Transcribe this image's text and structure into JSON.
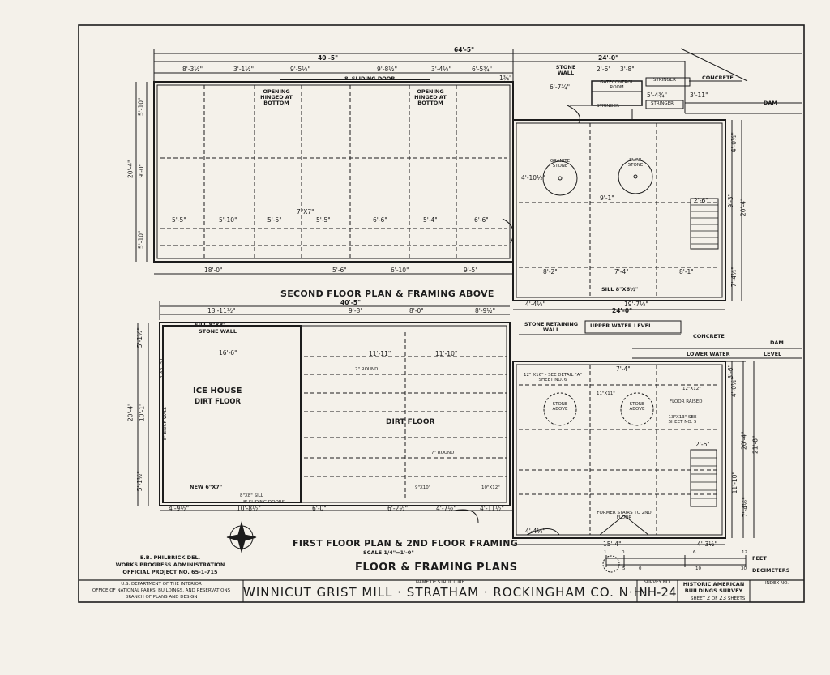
{
  "second_floor": {
    "title": "SECOND FLOOR PLAN & FRAMING ABOVE",
    "dims_top": [
      "64'-5\"",
      "40'-5\"",
      "24'-0\"",
      "8'-3½\"",
      "3'-1½\"",
      "9'-5½\"",
      "9'-8½\"",
      "3'-4½\"",
      "6'-5¾\"",
      "1¾\"",
      "2'-6\"",
      "3'-8\"",
      "6'-7¾\"",
      "5'-4¾\"",
      "3'-11\""
    ],
    "dims_bottom": [
      "18'-0\"",
      "5'-6\"",
      "6'-10\"",
      "9'-5\"",
      "24'-0\""
    ],
    "dims_left": [
      "20'-4\"",
      "5'-10\"",
      "9'-0\"",
      "5'-10\""
    ],
    "dims_right": [
      "4'-0½\"",
      "9'-3\"",
      "20'-4\"",
      "7'-4½\""
    ],
    "bay_dims": [
      "5'-5\"",
      "5'-10\"",
      "5'-5\"",
      "5'-5\"",
      "6'-6\"",
      "5'-4\"",
      "6'-6\""
    ],
    "notes": {
      "sliding_door": "8' SLIDING DOOR",
      "opening1": "OPENING HINGED AT BOTTOM",
      "opening2": "OPENING HINGED AT BOTTOM",
      "stone_wall": "STONE WALL",
      "gatecontrol": "GATECONTROL ROOM",
      "stringer1": "STRINGER",
      "stringer2": "STRINGER",
      "stringer3": "STRINGER",
      "concrete": "CONCRETE",
      "dam": "DAM",
      "granite": "GRANITE STONE",
      "burr": "BURR STONE",
      "sill": "SILL 8\"X6½\"",
      "dim_91": "9'-1\"",
      "dim_82": "8'-2\"",
      "dim_74": "7'-4\"",
      "dim_81": "8'-1\"",
      "dim_1975": "19'-7½\"",
      "dim_445": "4'-4½\"",
      "dim_777": "7\"X7\"",
      "dim_105": "4'-10½\"",
      "dim_26": "2'-6\""
    }
  },
  "first_floor": {
    "title": "FIRST FLOOR PLAN & 2ND FLOOR FRAMING",
    "scale": "SCALE 1/4\"=1'-0\"",
    "dims_top": [
      "40'-5\"",
      "13'-11½\"",
      "9'-8\"",
      "8'-0\"",
      "8'-9½\""
    ],
    "dims_bottom": [
      "4'-9½\"",
      "10'-8½\"",
      "6'-0\"",
      "6'-2½\"",
      "4'-7½\"",
      "4'-11½\"",
      "15'-4\"",
      "4'-4½\"",
      "4'-3½\""
    ],
    "dims_left": [
      "5'-1½\"",
      "20'-4\"",
      "10'-1\"",
      "5'-1½\""
    ],
    "dims_right": [
      "3'-6\"",
      "4'-0½\"",
      "20'-4\"",
      "21'-8\"",
      "7'-4½\"",
      "11'-10\""
    ],
    "notes": {
      "sill_top": "SILL 8\"X8\"",
      "stone_wall": "STONE WALL",
      "dim_166": "16'-6\"",
      "ice_house": "ICE HOUSE",
      "dirt_floor_ice": "DIRT FLOOR",
      "brick_wall": "8\" BRICK WALL",
      "sill_side": "8\"X8\" SILL",
      "dirt_floor": "DIRT FLOOR",
      "round1": "7\" ROUND",
      "round2": "7\" ROUND",
      "dim_1111": "11'-11\"",
      "dim_1110": "11'-10\"",
      "new": "NEW 6\"X7\"",
      "sill_bottom": "8\"X8\" SILL",
      "sliding_doors": "8' SLIDING DOORS",
      "dim_910": "9\"X10\"",
      "dim_1012": "10\"X12\"",
      "stone_retaining": "STONE RETAINING WALL",
      "upper_water": "UPPER WATER LEVEL",
      "concrete": "CONCRETE",
      "dam": "DAM",
      "lower_water": "LOWER WATER",
      "level": "LEVEL",
      "detail": "12\" X16\" - SEE DETAIL \"A\" SHEET NO. 6",
      "stone_above1": "STONE ABOVE",
      "stone_above2": "STONE ABOVE",
      "floor_raised": "FLOOR RAISED",
      "dim_1313": "13\"X13\" SEE SHEET NO. 5",
      "dim_1212": "12\"X12\"",
      "former_stairs": "FORMER STAIRS TO 2ND FLOOR",
      "dim_26": "2'-6\"",
      "dim_74": "7'-4\"",
      "dim_1111b": "11\"X11\""
    }
  },
  "drawing_title": "FLOOR & FRAMING PLANS",
  "scale_bar": {
    "feet_ticks": [
      "1",
      "0",
      "6",
      "12"
    ],
    "feet_label": "FEET",
    "dm_ticks": [
      "5",
      "0",
      "10",
      "30"
    ],
    "dm_label": "DECIMETERS"
  },
  "delineator": {
    "line1": "E.B. PHILBRICK DEL.",
    "line2": "WORKS PROGRESS ADMINISTRATION",
    "line3": "OFFICIAL PROJECT NO. 65-1-715"
  },
  "title_block": {
    "agency_line1": "U.S. DEPARTMENT OF THE INTERIOR",
    "agency_line2": "OFFICE OF NATIONAL PARKS, BUILDINGS, AND RESERVATIONS",
    "agency_line3": "BRANCH OF PLANS AND DESIGN",
    "name_label": "NAME OF STRUCTURE",
    "structure_name": "WINNICUT GRIST MILL · STRATHAM · ROCKINGHAM CO. N·H·",
    "survey_label": "SURVEY NO.",
    "survey_no": "NH-24",
    "habs_line1": "HISTORIC AMERICAN",
    "habs_line2": "BUILDINGS SURVEY",
    "sheet_prefix": "SHEET",
    "sheet_no": "2",
    "sheet_of": "OF",
    "sheet_total": "23",
    "sheet_suffix": "SHEETS",
    "index_label": "INDEX NO."
  },
  "colors": {
    "ink": "#1c1c1c",
    "paper": "#f4f1ea"
  }
}
